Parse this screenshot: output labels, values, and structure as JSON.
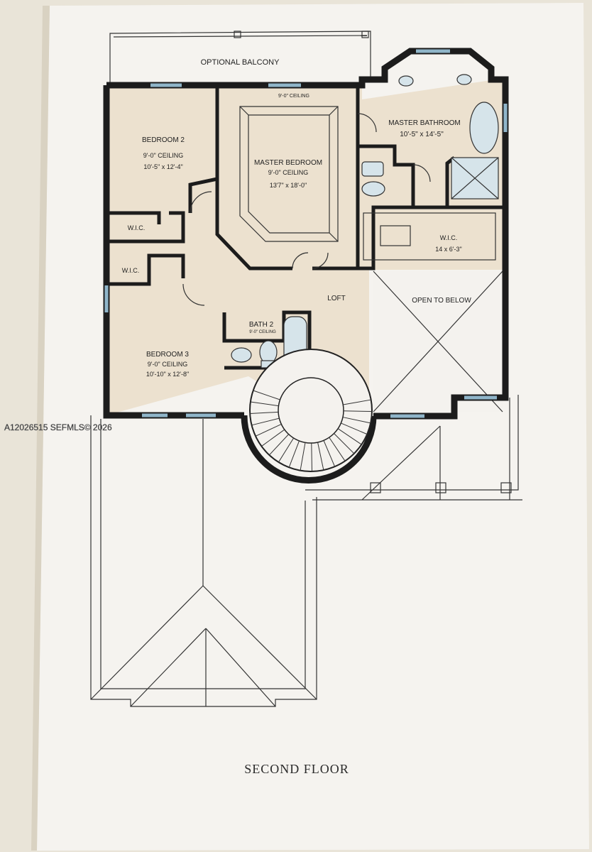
{
  "watermark": "A12026515  SEFMLS© 2026",
  "balcony_label": "OPTIONAL BALCONY",
  "rooms": {
    "bedroom2": {
      "name": "BEDROOM 2",
      "ceiling": "9'-0\" CEILING",
      "size": "10'-5\" x 12'-4\""
    },
    "master_bedroom": {
      "ceiling_top": "9'-0\" CEILING",
      "name": "MASTER BEDROOM",
      "ceiling": "9'-0\" CEILING",
      "size": "13'7\" x 18'-0\""
    },
    "master_bath": {
      "name": "MASTER BATHROOM",
      "size": "10'-5\" x 14'-5\""
    },
    "wic_master": {
      "name": "W.I.C.",
      "size": "14 x 6'-3\""
    },
    "wic1": {
      "name": "W.I.C."
    },
    "wic2": {
      "name": "W.I.C."
    },
    "loft": {
      "name": "LOFT"
    },
    "open_below": {
      "name": "OPEN TO BELOW"
    },
    "bath2": {
      "name": "BATH 2",
      "ceiling": "9'-0\" CEILING"
    },
    "bedroom3": {
      "name": "BEDROOM 3",
      "ceiling": "9'-0\" CEILING",
      "size": "10'-10\" x 12'-8\""
    }
  },
  "caption": "SECOND FLOOR",
  "colors": {
    "paper": "#f4f2ee",
    "room_fill": "#ece1cf",
    "wall": "#1c1c1c",
    "window": "#8fb5c9",
    "background": "#e9e4d8"
  }
}
